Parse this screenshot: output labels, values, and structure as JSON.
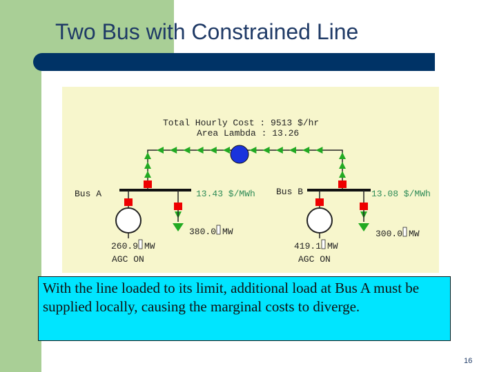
{
  "slide": {
    "title": "Two Bus with Constrained Line",
    "caption": "With the line loaded to its limit, additional load at Bus A must be supplied locally, causing the marginal costs to diverge.",
    "page_number": "16"
  },
  "diagram": {
    "total_cost": "Total Hourly Cost : 9513 $/hr",
    "area_lambda": "Area Lambda : 13.26",
    "bus_a": {
      "name": "Bus A",
      "price": "13.43 $/MWh",
      "load": "380.0",
      "load_unit": "MW",
      "gen": "260.9",
      "gen_unit": "MW",
      "agc": "AGC ON"
    },
    "bus_b": {
      "name": "Bus B",
      "price": "13.08 $/MWh",
      "load": "300.0",
      "load_unit": "MW",
      "gen": "419.1",
      "gen_unit": "MW",
      "agc": "AGC ON"
    }
  },
  "colors": {
    "accent_title": "#1f3a66",
    "title_bar": "#003366",
    "panel": "#f7f6cc",
    "caption_bg": "#00e5ff",
    "price_text": "#2e8b57",
    "flow_arrow": "#22aa22",
    "breaker": "#ee0000",
    "area_node": "#1a33dd"
  }
}
